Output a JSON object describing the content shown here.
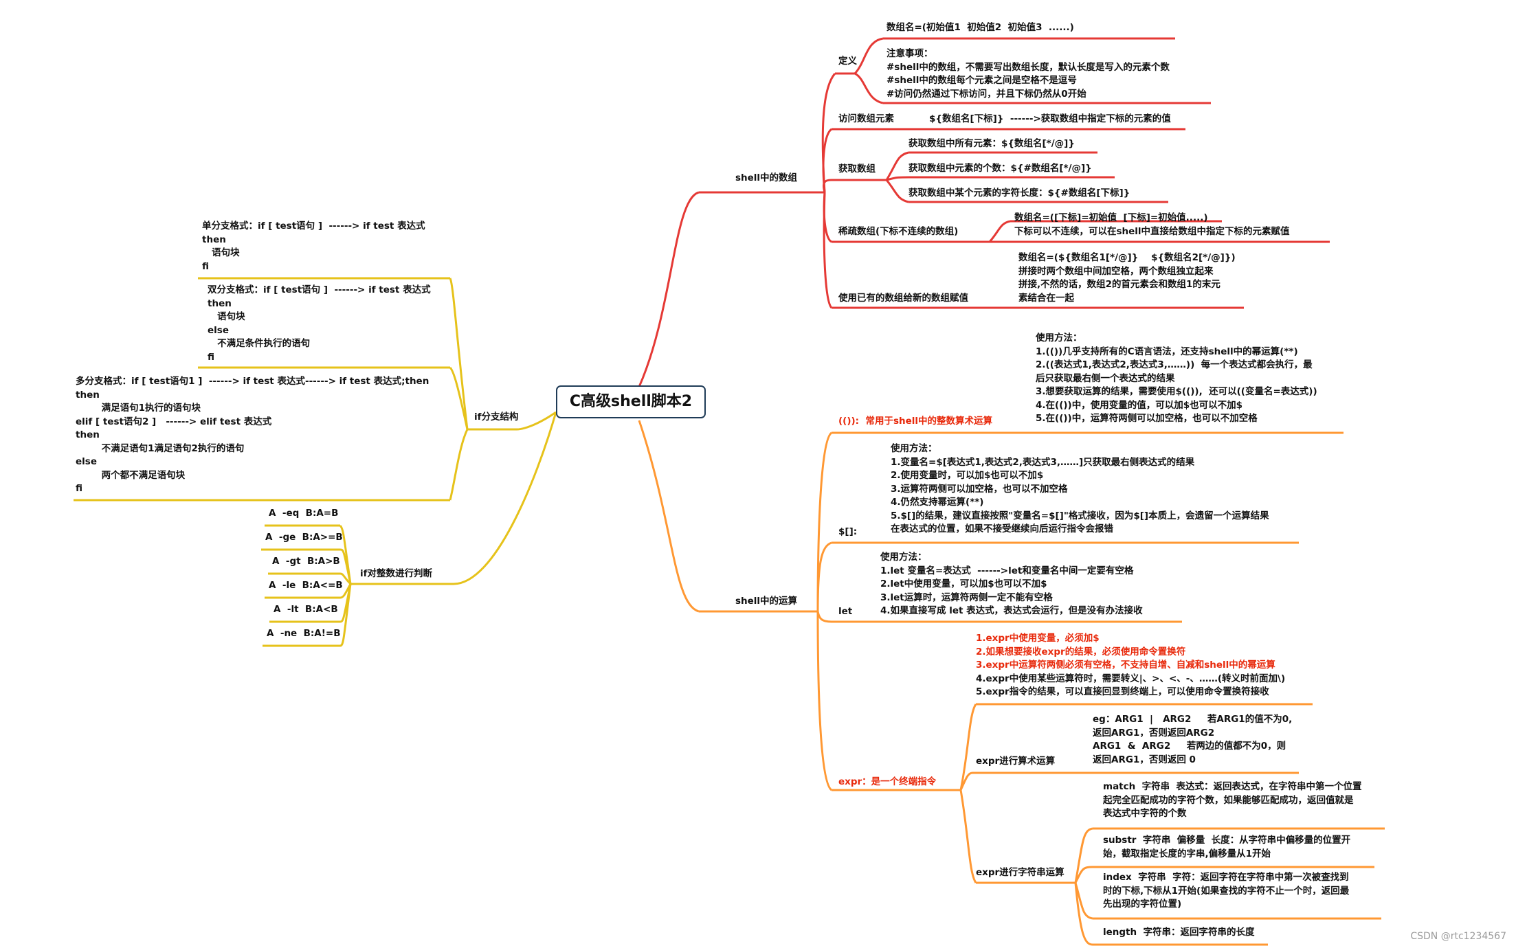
{
  "root": "C高级shell脚本2",
  "watermark": "CSDN @rtc1234567",
  "colors": {
    "array": "#e53935",
    "ops": "#ff9833",
    "ifs": "#e6c21a"
  },
  "arrays": {
    "label": "shell中的数组",
    "def": {
      "label": "定义",
      "syntax": "数组名=(初始值1  初始值2  初始值3  ......)",
      "notes": "注意事项：\n#shell中的数组，不需要写出数组长度，默认长度是写入的元素个数\n#shell中的数组每个元素之间是空格不是逗号\n#访问仍然通过下标访问，并且下标仍然从0开始"
    },
    "access": {
      "label": "访问数组元素",
      "text": "${数组名[下标]}  ------>获取数组中指定下标的元素的值"
    },
    "get": {
      "label": "获取数组",
      "items": [
        "获取数组中所有元素：${数组名[*/@]}",
        "获取数组中元素的个数：${#数组名[*/@]}",
        "获取数组中某个元素的字符长度：${#数组名[下标]}"
      ]
    },
    "sparse": {
      "label": "稀疏数组(下标不连续的数组)",
      "text": "数组名=([下标]=初始值  [下标]=初始值.....)\n下标可以不连续，可以在shell中直接给数组中指定下标的元素赋值"
    },
    "assign": {
      "label": "使用已有的数组给新的数组赋值",
      "text": "数组名=(${数组名1[*/@]}    ${数组名2[*/@]})\n拼接时两个数组中间加空格，两个数组独立起来\n拼接,不然的话，数组2的首元素会和数组1的末元\n素结合在一起"
    }
  },
  "ops": {
    "label": "shell中的运算",
    "dbl": {
      "label": "(()):  常用于shell中的整数算术运算",
      "text": "使用方法：\n1.(())几乎支持所有的C语言语法，还支持shell中的幂运算(**)\n2.((表达式1,表达式2,表达式3,……))  每一个表达式都会执行，最\n后只获取最右侧一个表达式的结果\n3.想要获取运算的结果，需要使用$(()),  还可以((变量名=表达式))\n4.在(())中，使用变量的值，可以加$也可以不加$\n5.在(())中，运算符两侧可以加空格，也可以不加空格"
    },
    "bracket": {
      "label": "$[]:",
      "text": "使用方法：\n1.变量名=$[表达式1,表达式2,表达式3,……]只获取最右侧表达式的结果\n2.使用变量时，可以加$也可以不加$\n3.运算符两侧可以加空格，也可以不加空格\n4.仍然支持幂运算(**)\n5.$[]的结果，建议直接按照\"变量名=$[]\"格式接收，因为$[]本质上，会遗留一个运算结果\n在表达式的位置，如果不接受继续向后运行指令会报错"
    },
    "let": {
      "label": "let",
      "text": "使用方法：\n1.let 变量名=表达式  ------>let和变量名中间一定要有空格\n2.let中使用变量，可以加$也可以不加$\n3.let运算时，运算符两侧一定不能有空格\n4.如果直接写成 let 表达式，表达式会运行，但是没有办法接收"
    },
    "expr": {
      "label": "expr：是一个终端指令",
      "notes": [
        {
          "text": "1.expr中使用变量，必须加$",
          "red": true
        },
        {
          "text": "2.如果想要接收expr的结果，必须使用命令置换符",
          "red": true
        },
        {
          "text": "3.expr中运算符两侧必须有空格，不支持自增、自减和shell中的幂运算",
          "red": true
        },
        {
          "text": "4.expr中使用某些运算符时，需要转义|、>、<、-、……(转义时前面加\\)",
          "red": false
        },
        {
          "text": "5.expr指令的结果，可以直接回显到终端上，可以使用命令置换符接收",
          "red": false
        }
      ],
      "arith": {
        "label": "expr进行算术运算",
        "text": "eg：ARG1  |   ARG2     若ARG1的值不为0,\n返回ARG1，否则返回ARG2\nARG1  &  ARG2     若两边的值都不为0，则\n返回ARG1，否则返回 0"
      },
      "str": {
        "label": "expr进行字符串运算",
        "items": [
          "match  字符串  表达式：返回表达式，在字符串中第一个位置\n起完全匹配成功的字符个数，如果能够匹配成功，返回值就是\n表达式中字符的个数",
          "substr  字符串  偏移量  长度：从字符串中偏移量的位置开\n始，截取指定长度的字串,偏移量从1开始",
          "index  字符串  字符：返回字符在字符串中第一次被查找到\n时的下标,下标从1开始(如果查找的字符不止一个时，返回最\n先出现的字符位置)",
          "length  字符串：返回字符串的长度"
        ]
      }
    }
  },
  "ifs": {
    "label": "if分支结构",
    "blocks": [
      "单分支格式：if [ test语句 ]  ------> if test 表达式\nthen\n   语句块\nfi",
      "双分支格式：if [ test语句 ]  ------> if test 表达式\nthen\n   语句块\nelse\n   不满足条件执行的语句\nfi",
      "多分支格式：if [ test语句1 ]  ------> if test 表达式------> if test 表达式;then\nthen\n        满足语句1执行的语句块\nelif [ test语句2 ]   ------> elif test 表达式\nthen\n        不满足语句1满足语句2执行的语句\nelse\n        两个都不满足语句块\nfi"
    ]
  },
  "ints": {
    "label": "if对整数进行判断",
    "items": [
      "A  -eq  B:A=B",
      "A  -ge  B:A>=B",
      "A  -gt  B:A>B",
      "A  -le  B:A<=B",
      "A  -lt  B:A<B",
      "A  -ne  B:A!=B"
    ]
  }
}
